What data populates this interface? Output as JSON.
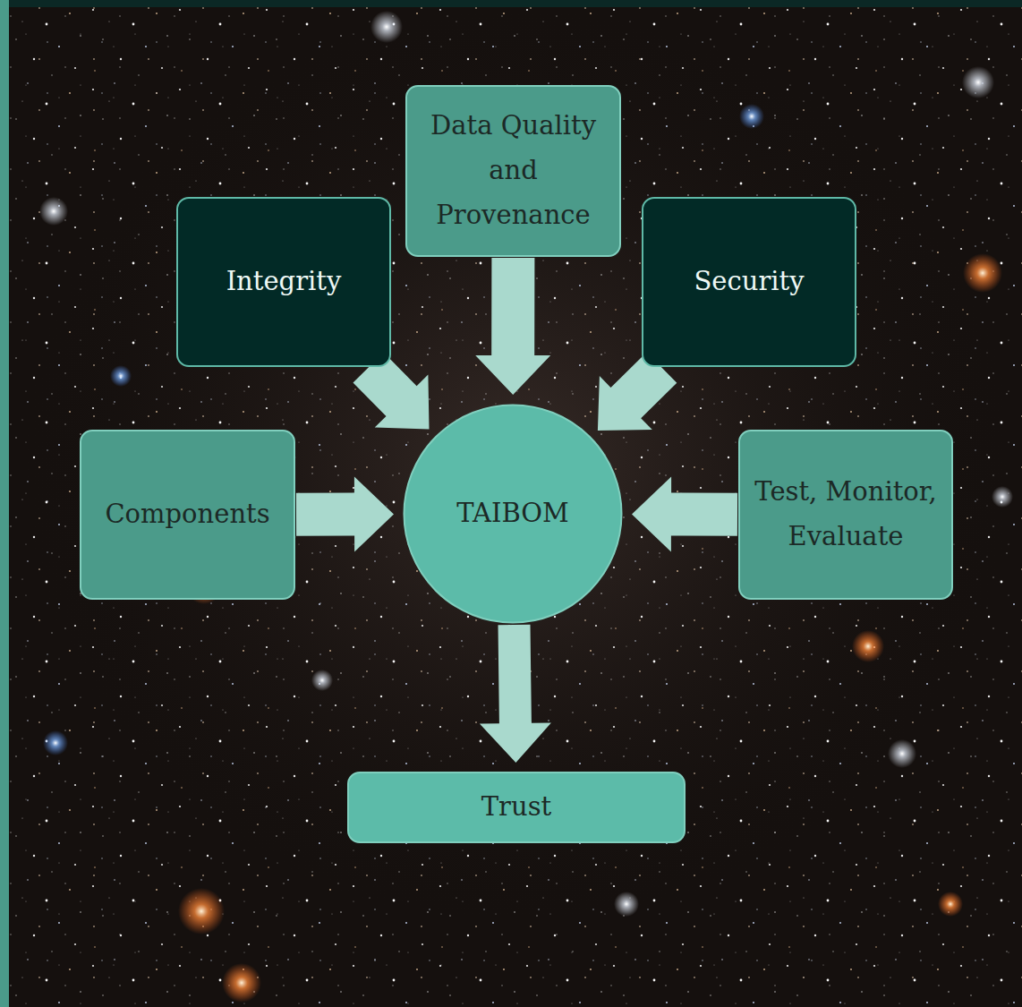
{
  "diagram": {
    "nodes": [
      {
        "text": [
          "Data Quality and Provenance"
        ]
      },
      {
        "text": [
          "Integrity"
        ]
      },
      {
        "text": [
          "Security"
        ]
      },
      {
        "text": [
          "Components"
        ]
      },
      {
        "text": [
          "TAIBOM"
        ]
      },
      {
        "text": [
          "Test, Monitor, Evaluate"
        ]
      },
      {
        "text": [
          "Trust"
        ]
      }
    ],
    "edges": [
      {
        "from": 0,
        "to": 4,
        "arrow": "to"
      },
      {
        "from": 1,
        "to": 4,
        "arrow": "to"
      },
      {
        "from": 2,
        "to": 4,
        "arrow": "to"
      },
      {
        "from": 3,
        "to": 4,
        "arrow": "to"
      },
      {
        "from": 5,
        "to": 4,
        "arrow": "to"
      },
      {
        "from": 4,
        "to": 6,
        "arrow": "to"
      }
    ]
  }
}
